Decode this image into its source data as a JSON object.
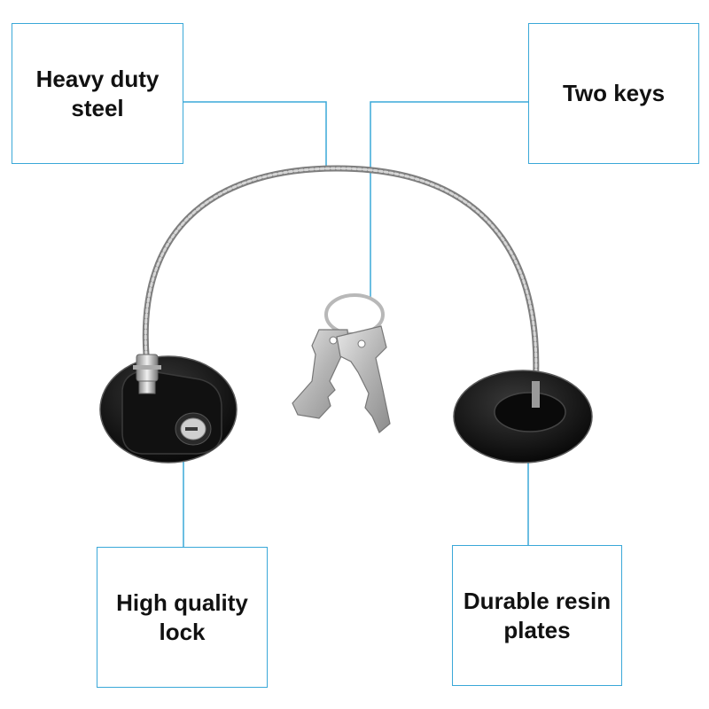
{
  "callouts": {
    "steel": {
      "text": "Heavy duty\nsteel"
    },
    "keys": {
      "text": "Two keys"
    },
    "lock": {
      "text": "High quality\nlock"
    },
    "resin": {
      "text": "Durable resin\nplates"
    }
  },
  "colors": {
    "leader_line": "#3aa8d8",
    "cable": "#9a9a9a",
    "lock_body": "#1c1c1c",
    "key_metal": "#c4c4c4",
    "background": "#ffffff"
  }
}
